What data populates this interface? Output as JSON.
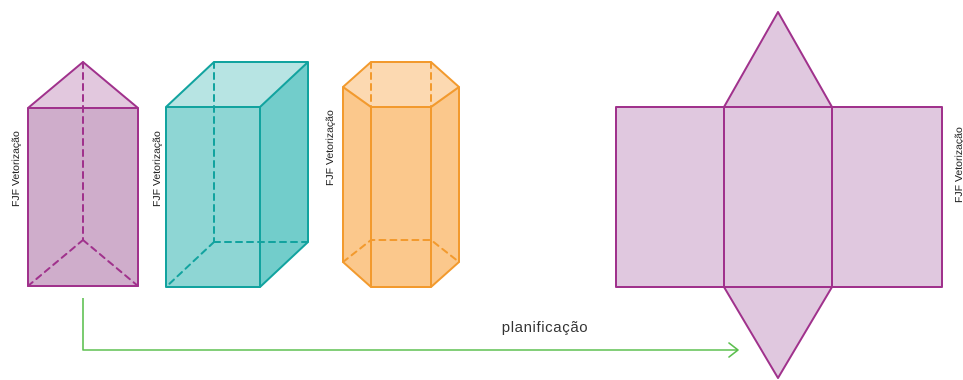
{
  "credits": {
    "triangular_prism": "FJF Vetorização",
    "cuboid": "FJF Vetorização",
    "hexagonal_prism": "FJF Vetorização",
    "net": "FJF Vetorização"
  },
  "arrow": {
    "label": "planificação"
  },
  "colors": {
    "purple_stroke": "#a0328c",
    "purple_fill": "#cfadcb",
    "purple_top": "#e2c8de",
    "net_fill": "#e0c8df",
    "teal_stroke": "#12a39f",
    "teal_front": "#8ed6d4",
    "teal_top": "#b7e4e3",
    "teal_side": "#72cdcb",
    "orange_stroke": "#f29a2e",
    "orange_fill": "#fbc88c",
    "orange_top": "#fcd9b1",
    "arrow_green": "#5cbf4f"
  }
}
